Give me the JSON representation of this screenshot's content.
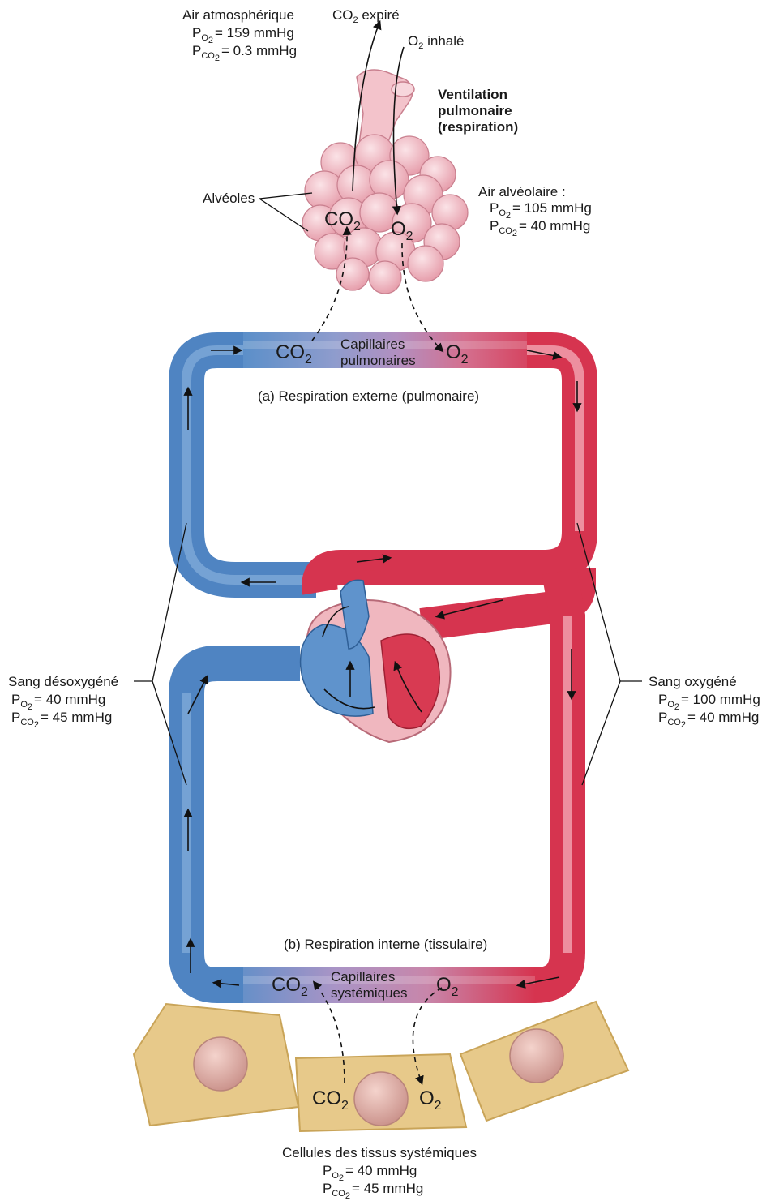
{
  "atmosphere": {
    "title": "Air atmosphérique",
    "po2": "= 159 mmHg",
    "pco2": "= 0.3 mmHg"
  },
  "expired": {
    "prefix": "CO",
    "sub": "2",
    "suffix": " expiré"
  },
  "inhaled": {
    "prefix": "O",
    "sub": "2",
    "suffix": " inhalé"
  },
  "ventilation": {
    "line1": "Ventilation",
    "line2": "pulmonaire",
    "line3": "(respiration)"
  },
  "alveoles_label": "Alvéoles",
  "alveolar_air": {
    "title": "Air alvéolaire :",
    "po2": "= 105 mmHg",
    "pco2": "= 40 mmHg"
  },
  "pulmonary_capillaries": {
    "line1": "Capillaires",
    "line2": "pulmonaires"
  },
  "external_respiration": "(a) Respiration externe (pulmonaire)",
  "deoxygenated": {
    "title": "Sang désoxygéné",
    "po2": "= 40 mmHg",
    "pco2": "= 45 mmHg"
  },
  "oxygenated": {
    "title": "Sang oxygéné",
    "po2": "= 100 mmHg",
    "pco2": "= 40 mmHg"
  },
  "internal_respiration": "(b) Respiration interne (tissulaire)",
  "systemic_capillaries": {
    "line1": "Capillaires",
    "line2": "systémiques"
  },
  "tissues": {
    "title": "Cellules des tissus systémiques",
    "po2": "= 40 mmHg",
    "pco2": "= 45 mmHg"
  },
  "symbols": {
    "P": "P",
    "O2_sub": "O",
    "CO2_sub": "CO",
    "two": "2",
    "CO": "CO",
    "O": "O"
  },
  "colors": {
    "venous": "#5b8fc9",
    "arterial": "#d6344f",
    "mixed": "#a07fb0",
    "cell": "#e7c98a",
    "nucleus": "#d9a8a0",
    "alveoli": "#f0b3bd"
  }
}
